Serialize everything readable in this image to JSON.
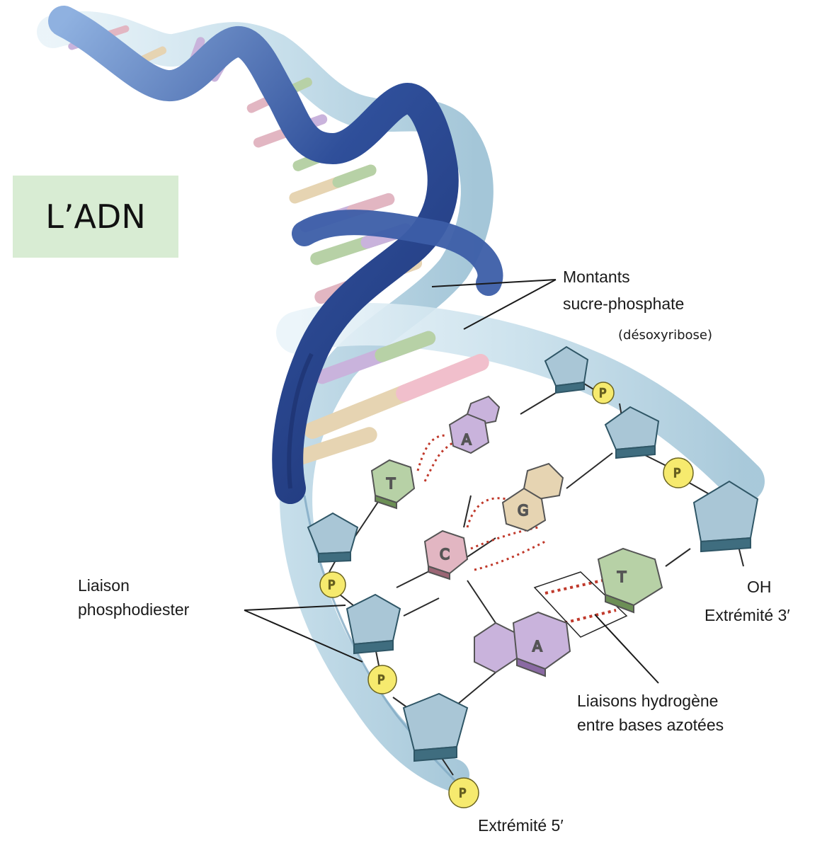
{
  "title": "L’ADN",
  "labels": {
    "backbone_line1": "Montants",
    "backbone_line2": "sucre-phosphate",
    "backbone_note": "(désoxyribose)",
    "phosphodiester_line1": "Liaison",
    "phosphodiester_line2": "phosphodiester",
    "oh": "OH",
    "end3": "Extrémité 3′",
    "end5": "Extrémité 5′",
    "hydrogen_line1": "Liaisons hydrogène",
    "hydrogen_line2": "entre bases azotées"
  },
  "bases": {
    "a1": "A",
    "t1": "T",
    "g": "G",
    "c": "C",
    "t2": "T",
    "a2": "A"
  },
  "phosphate_symbol": "P",
  "colors": {
    "title_bg": "#d8ecd3",
    "strand": "#3a5aa0",
    "strand_light": "#cfe3ee",
    "sugar": "#a9c6d6",
    "adenine": "#c9b3dc",
    "thymine": "#b7d1a6",
    "guanine": "#e6d4b2",
    "cytosine": "#e2b6c2",
    "phosphate": "#f6ea6e",
    "hbond": "#c0392b"
  }
}
